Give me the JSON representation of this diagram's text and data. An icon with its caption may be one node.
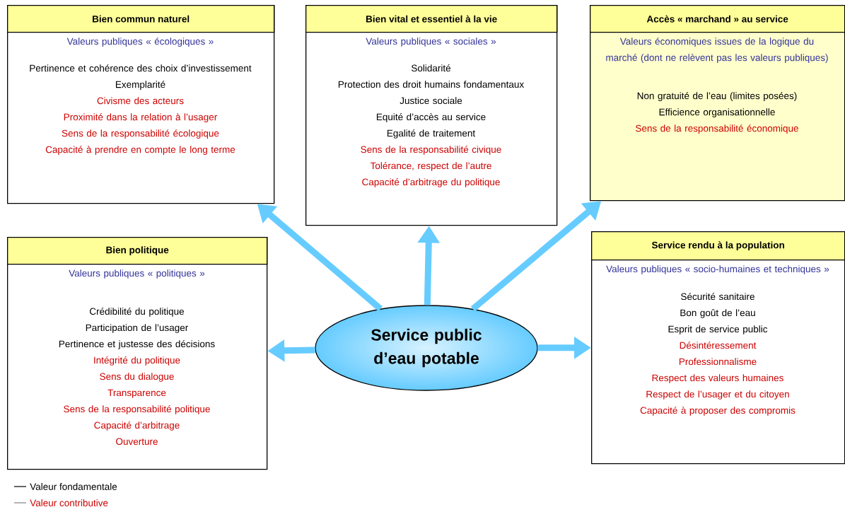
{
  "diagram": {
    "nodes": [
      {
        "text": [
          "Bien commun naturel",
          "Valeurs publiques « écologiques »",
          "Pertinence et cohérence des choix d’investissement",
          "Exemplarité",
          "Civisme des acteurs",
          "Proximité dans la relation à l’usager",
          "Sens de la responsabilité écologique",
          "Capacité à prendre en compte le long terme"
        ]
      },
      {
        "text": [
          "Bien vital et essentiel à la vie",
          "Valeurs publiques « sociales »",
          "Solidarité",
          "Protection des droit humains fondamentaux",
          "Justice sociale",
          "Equité d’accès au service",
          "Egalité de traitement",
          "Sens de la responsabilité civique",
          "Tolérance, respect de l’autre",
          "Capacité d’arbitrage du politique"
        ]
      },
      {
        "text": [
          "Accès « marchand » au service",
          "Valeurs économiques issues de la logique du marché (dont ne relèvent pas les valeurs publiques)",
          "Non gratuité de l’eau (limites posées)",
          "Efficience organisationnelle",
          "Sens de la responsabilité économique"
        ]
      },
      {
        "text": [
          "Bien politique",
          "Valeurs publiques « politiques »",
          "Crédibilité du politique",
          "Participation de l’usager",
          "Pertinence et justesse des décisions",
          "Intégrité du politique",
          "Sens du dialogue",
          "Transparence",
          "Sens de la responsabilité politique",
          "Capacité d’arbitrage",
          "Ouverture"
        ]
      },
      {
        "text": [
          "Service rendu à la population",
          "Valeurs publiques « socio-humaines et techniques »",
          "Sécurité sanitaire",
          "Bon goût de l’eau",
          "Esprit de service public",
          "Désintéressement",
          "Professionnalisme",
          "Respect des valeurs humaines",
          "Respect de l’usager et du citoyen",
          "Capacité à proposer des compromis"
        ]
      },
      {
        "text": [
          "Service public d’eau potable"
        ]
      }
    ],
    "edges": [
      {
        "from": 5,
        "to": 0,
        "arrow": "to"
      },
      {
        "from": 5,
        "to": 1,
        "arrow": "to"
      },
      {
        "from": 5,
        "to": 2,
        "arrow": "to"
      },
      {
        "from": 5,
        "to": 3,
        "arrow": "to"
      },
      {
        "from": 5,
        "to": 4,
        "arrow": "to"
      }
    ],
    "legend": [
      {
        "text": "Valeur fondamentale"
      },
      {
        "text": "Valeur contributive"
      }
    ]
  }
}
